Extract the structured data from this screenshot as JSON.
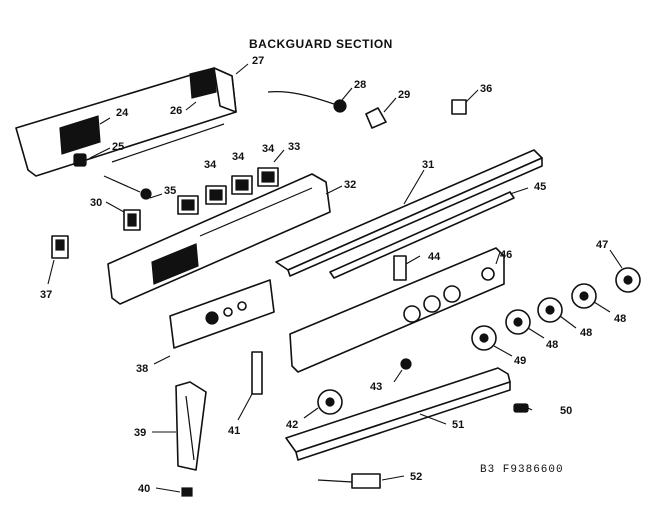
{
  "title": "BACKGUARD SECTION",
  "model_code": "B3    F9386600",
  "labels": {
    "p24": "24",
    "p25": "25",
    "p26": "26",
    "p27": "27",
    "p28": "28",
    "p29": "29",
    "p30": "30",
    "p31": "31",
    "p32": "32",
    "p33": "33",
    "p34a": "34",
    "p34b": "34",
    "p34c": "34",
    "p35": "35",
    "p36": "36",
    "p37": "37",
    "p38": "38",
    "p39": "39",
    "p40": "40",
    "p41": "41",
    "p42": "42",
    "p43": "43",
    "p44": "44",
    "p45": "45",
    "p46": "46",
    "p47": "47",
    "p48a": "48",
    "p48b": "48",
    "p48c": "48",
    "p49": "49",
    "p50": "50",
    "p51": "51",
    "p52": "52"
  }
}
